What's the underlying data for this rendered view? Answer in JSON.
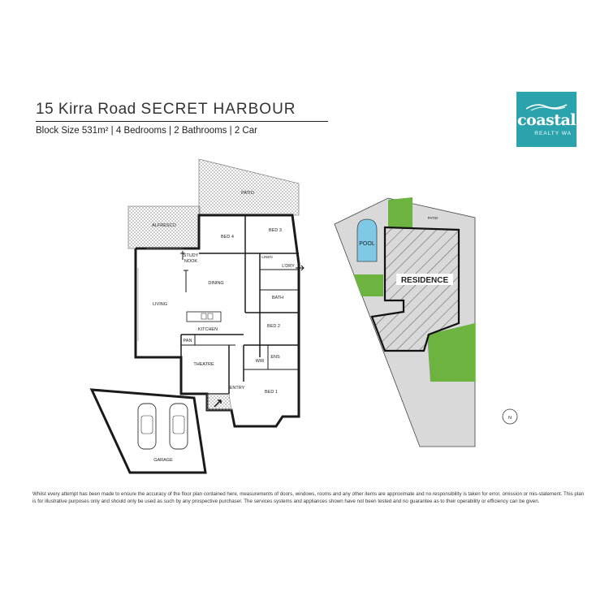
{
  "header": {
    "address": "15 Kirra Road",
    "suburb": "SECRET HARBOUR",
    "summary": "Block Size 531m² | 4 Bedrooms | 2 Bathrooms | 2 Car"
  },
  "logo": {
    "word": "coastal",
    "sub": "REALTY WA",
    "color": "#2aa3ad"
  },
  "floorplan": {
    "rooms": {
      "patio": "PATIO",
      "alfresco": "ALFRESCO",
      "bed4": "BED 4",
      "bed3": "BED 3",
      "study": "STUDY",
      "nook": "NOOK",
      "linen": "LINEN",
      "laundry": "L'DRY",
      "dining": "DINING",
      "living": "LIVING",
      "bath": "BATH",
      "kitchen": "KITCHEN",
      "pan": "PAN",
      "bed2": "BED 2",
      "wir": "WIR",
      "ens": "ENS",
      "theatre": "THEATRE",
      "entry": "ENTRY",
      "bed1": "BED 1",
      "garage": "GARAGE"
    }
  },
  "siteplan": {
    "patio": "PATIO",
    "pool": "POOL",
    "residence": "RESIDENCE",
    "north": "N",
    "colors": {
      "lawn": "#6cb33f",
      "pool": "#7fc8e6",
      "paving": "#d9d9d9"
    }
  },
  "disclaimer": "Whilst every attempt has been made to ensure the accuracy of the floor plan contained here, measurements of doors, windows, rooms and any other items are approximate and no responsibility is taken for error, omission or mis-statement. This plan is for illustrative purposes only and should only be used as such by any prospective purchaser. The services systems and appliances shown have not been tested and no guarantee as to their operability or efficiency can be given."
}
